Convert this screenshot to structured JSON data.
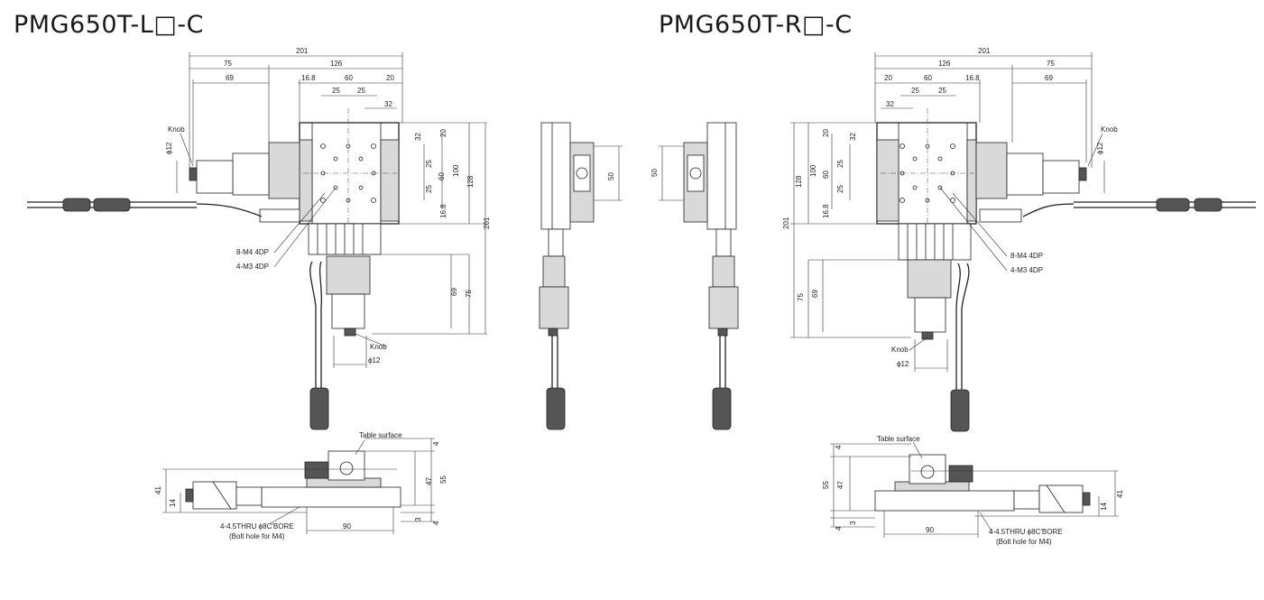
{
  "titles": {
    "left": "PMG650T-L□-C",
    "right": "PMG650T-R□-C"
  },
  "dimensions": {
    "d201": "201",
    "d75": "75",
    "d126": "126",
    "d69": "69",
    "d16_8": "16.8",
    "d60": "60",
    "d20": "20",
    "d25": "25",
    "d32": "32",
    "d100": "100",
    "d128": "128",
    "d50": "50",
    "d4": "4",
    "d47": "47",
    "d55": "55",
    "d3": "3",
    "d41": "41",
    "d14": "14",
    "d90": "90",
    "phi12": "ϕ12"
  },
  "labels": {
    "knob": "Knob",
    "tapped_m4": "8-M4 4DP",
    "tapped_m3": "4-M3 4DP",
    "table_surface": "Table surface",
    "bore": "4-4.5THRU ϕ8C'BORE",
    "bolt": "(Bolt hole for M4)"
  }
}
